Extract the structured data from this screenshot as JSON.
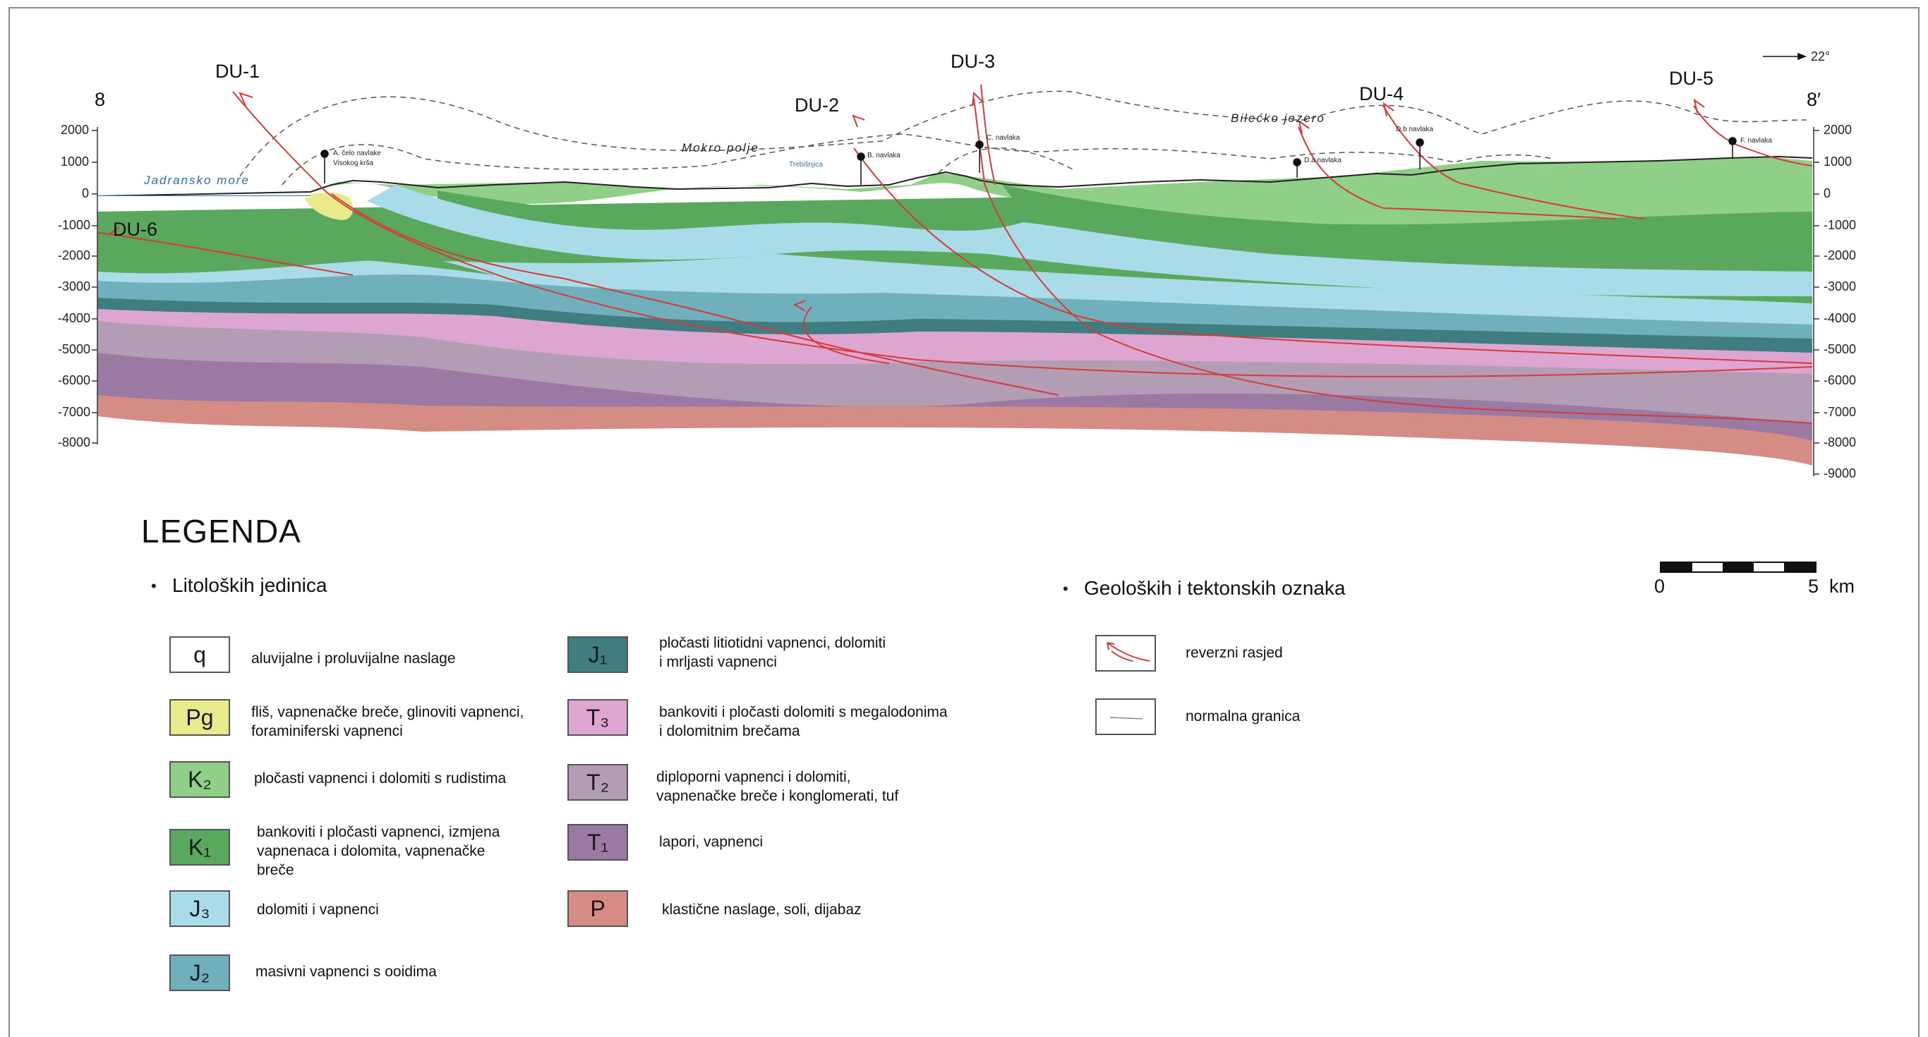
{
  "section": {
    "start_label": "8",
    "end_label": "8′",
    "north_arrow": "22°",
    "depth_left": [
      "2000",
      "1000",
      "0",
      "-1000",
      "-2000",
      "-3000",
      "-4000",
      "-5000",
      "-6000",
      "-7000",
      "-8000"
    ],
    "depth_right": [
      "2000",
      "1000",
      "0",
      "-1000",
      "-2000",
      "-3000",
      "-4000",
      "-5000",
      "-6000",
      "-7000",
      "-8000",
      "-9000"
    ],
    "faults": [
      "DU-1",
      "DU-2",
      "DU-3",
      "DU-4",
      "DU-5",
      "DU-6"
    ],
    "places": {
      "sea": "Jadransko more",
      "field": "Mokro polje",
      "lake": "Bilećko jezero",
      "river": "Trebišnjica"
    },
    "nappes": {
      "a": "A. čelo navlake",
      "a2": "Visokog krša",
      "b": "B. navlaka",
      "c": "C. navlaka",
      "da": "D.a navlaka",
      "db": "D.b navlaka",
      "f": "F. navlaka"
    }
  },
  "legend": {
    "title": "LEGENDA",
    "group1_title": "Litoloških jedinica",
    "group2_title": "Geoloških i tektonskih oznaka",
    "units": [
      {
        "symbol": "q",
        "color": "#ffffff",
        "line1": "aluvijalne i proluvijalne naslage",
        "line2": "",
        "line3": ""
      },
      {
        "symbol": "Pg",
        "color": "#e8ea8c",
        "line1": "fliš, vapnenačke breče, glinoviti vapnenci,",
        "line2": "foraminiferski vapnenci",
        "line3": ""
      },
      {
        "symbol": "K₂",
        "color": "#8fcf87",
        "line1": "pločasti vapnenci i dolomiti s rudistima",
        "line2": "",
        "line3": ""
      },
      {
        "symbol": "K₁",
        "color": "#5aa85e",
        "line1": "bankoviti i pločasti vapnenci, izmjena",
        "line2": "vapnenaca i dolomita, vapnenačke",
        "line3": "breče"
      },
      {
        "symbol": "J₃",
        "color": "#a9dbe8",
        "line1": "dolomiti i vapnenci",
        "line2": "",
        "line3": ""
      },
      {
        "symbol": "J₂",
        "color": "#6fb0bc",
        "line1": "masivni vapnenci s ooidima",
        "line2": "",
        "line3": ""
      },
      {
        "symbol": "J₁",
        "color": "#3f7d80",
        "line1": "pločasti litiotidni vapnenci, dolomiti",
        "line2": "i mrljasti vapnenci",
        "line3": ""
      },
      {
        "symbol": "T₃",
        "color": "#dda6d0",
        "line1": "bankoviti i pločasti dolomiti s megalodonima",
        "line2": "i dolomitnim brečama",
        "line3": ""
      },
      {
        "symbol": "T₂",
        "color": "#b39db5",
        "line1": "diploporni vapnenci i dolomiti,",
        "line2": "vapnenačke breče i konglomerati, tuf",
        "line3": ""
      },
      {
        "symbol": "T₁",
        "color": "#9a7aa3",
        "line1": "lapori, vapnenci",
        "line2": "",
        "line3": ""
      },
      {
        "symbol": "P",
        "color": "#d48c84",
        "line1": "klastične naslage, soli, dijabaz",
        "line2": "",
        "line3": ""
      }
    ],
    "marks": [
      {
        "label": "reverzni rasjed"
      },
      {
        "label": "normalna granica"
      }
    ],
    "scale": {
      "zero": "0",
      "five": "5",
      "unit": "km"
    }
  },
  "colors": {
    "K2": "#8fcf87",
    "K1": "#5aa85e",
    "J3": "#a9dbe8",
    "J2": "#6fb0bc",
    "J1": "#3f7d80",
    "T3": "#dda6d0",
    "T2": "#b39db5",
    "T1": "#9a7aa3",
    "P": "#d48c84",
    "Pg": "#e8ea8c",
    "fault": "#d63a3a"
  }
}
